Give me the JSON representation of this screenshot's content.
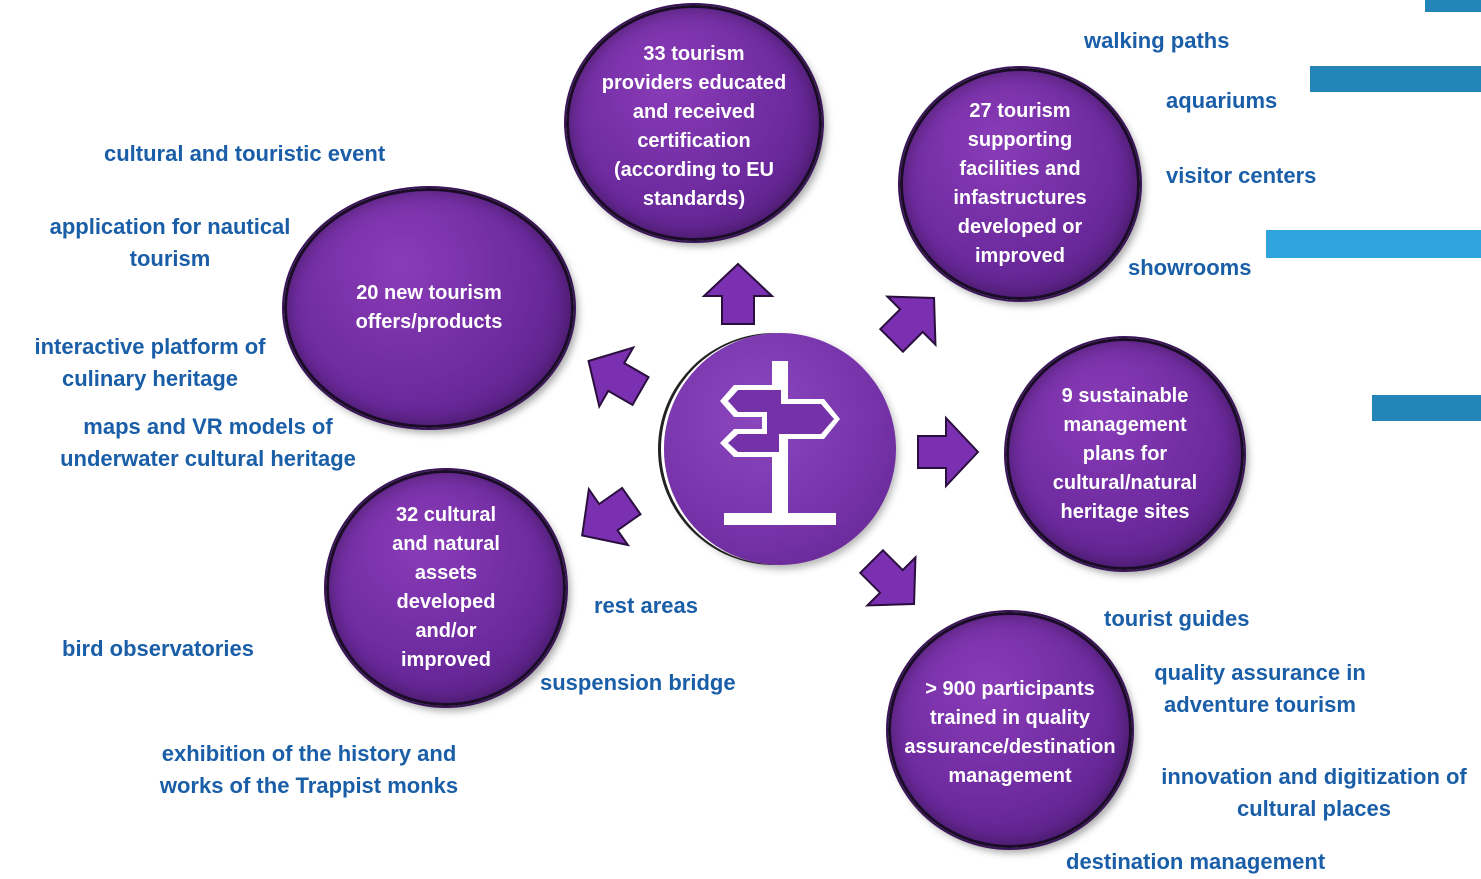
{
  "bubbles": {
    "certification": "33 tourism providers educated and received certification (according to EU standards)",
    "facilities": "27 tourism supporting facilities and infastructures developed or improved",
    "offers": "20 new tourism offers/products",
    "management_plans": "9 sustainable management plans for cultural/natural heritage sites",
    "assets": "32 cultural and natural assets developed and/or improved",
    "participants": "> 900 participants trained in quality assurance/destination management"
  },
  "labels": {
    "walking_paths": "walking paths",
    "aquariums": "aquariums",
    "visitor_centers": "visitor centers",
    "showrooms": "showrooms",
    "cultural_event": "cultural and touristic event",
    "nautical_app": "application for nautical tourism",
    "culinary_platform": "interactive platform of culinary heritage",
    "maps_vr": "maps and VR models of underwater cultural heritage",
    "rest_areas": "rest areas",
    "bird_observatories": "bird observatories",
    "suspension_bridge": "suspension bridge",
    "trappist": "exhibition of the history and works of the Trappist monks",
    "tourist_guides": "tourist guides",
    "quality_adventure": "quality assurance in adventure tourism",
    "digitization": "innovation and digitization of cultural places",
    "destination_management": "destination management"
  },
  "icons": {
    "hub": "signpost-icon",
    "arrow": "arrow-icon"
  },
  "colors": {
    "bubble": "#6d2a9e",
    "label": "#1a5ea8",
    "stripe": "#2385b8"
  }
}
